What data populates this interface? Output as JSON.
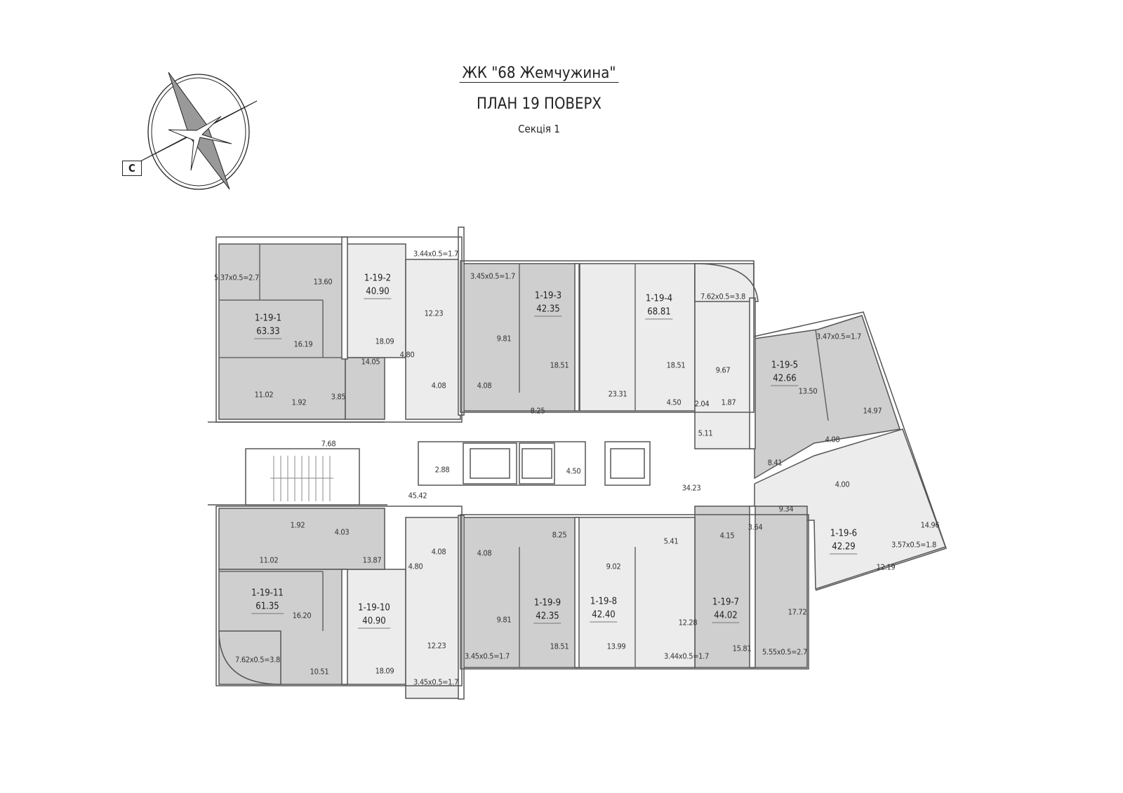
{
  "header": {
    "complex_name": "ЖК \"68 Жемчужина\"",
    "plan_title": "ПЛАН 19 ПОВЕРХ",
    "section": "Секція 1"
  },
  "compass": {
    "label": "С"
  },
  "colors": {
    "apt_dark": "#cfcfcf",
    "apt_light": "#ececec",
    "wall": "#444444"
  },
  "apartments": [
    {
      "number": "1-19-1",
      "area": "63.33"
    },
    {
      "number": "1-19-2",
      "area": "40.90"
    },
    {
      "number": "1-19-3",
      "area": "42.35"
    },
    {
      "number": "1-19-4",
      "area": "68.81"
    },
    {
      "number": "1-19-5",
      "area": "42.66"
    },
    {
      "number": "1-19-6",
      "area": "42.29"
    },
    {
      "number": "1-19-7",
      "area": "44.02"
    },
    {
      "number": "1-19-8",
      "area": "42.40"
    },
    {
      "number": "1-19-9",
      "area": "42.35"
    },
    {
      "number": "1-19-10",
      "area": "40.90"
    },
    {
      "number": "1-19-11",
      "area": "61.35"
    }
  ],
  "balconies": [
    "5.37x0.5=2.7",
    "3.44x0.5=1.7",
    "3.45x0.5=1.7",
    "7.62x0.5=3.8",
    "3.47x0.5=1.7",
    "3.57x0.5=1.8",
    "5.55x0.5=2.7",
    "3.44x0.5=1.7",
    "3.45x0.5=1.7",
    "3.45x0.5=1.7",
    "7.62x0.5=3.8"
  ],
  "rooms": [
    "13.60",
    "16.19",
    "11.02",
    "1.92",
    "3.85",
    "14.05",
    "18.09",
    "12.23",
    "4.80",
    "4.08",
    "4.08",
    "9.81",
    "18.51",
    "8.25",
    "23.31",
    "18.51",
    "4.50",
    "9.67",
    "2.04",
    "1.87",
    "5.11",
    "13.50",
    "14.97",
    "4.08",
    "8.41",
    "4.00",
    "9.34",
    "14.96",
    "12.19",
    "4.15",
    "3.64",
    "15.81",
    "17.72",
    "9.02",
    "5.41",
    "12.28",
    "13.99",
    "8.25",
    "4.08",
    "9.81",
    "18.51",
    "4.08",
    "4.80",
    "12.23",
    "18.09",
    "1.92",
    "4.03",
    "11.02",
    "13.87",
    "16.20",
    "10.51"
  ],
  "common_areas": [
    "7.68",
    "2.88",
    "4.50",
    "45.42",
    "34.23"
  ]
}
